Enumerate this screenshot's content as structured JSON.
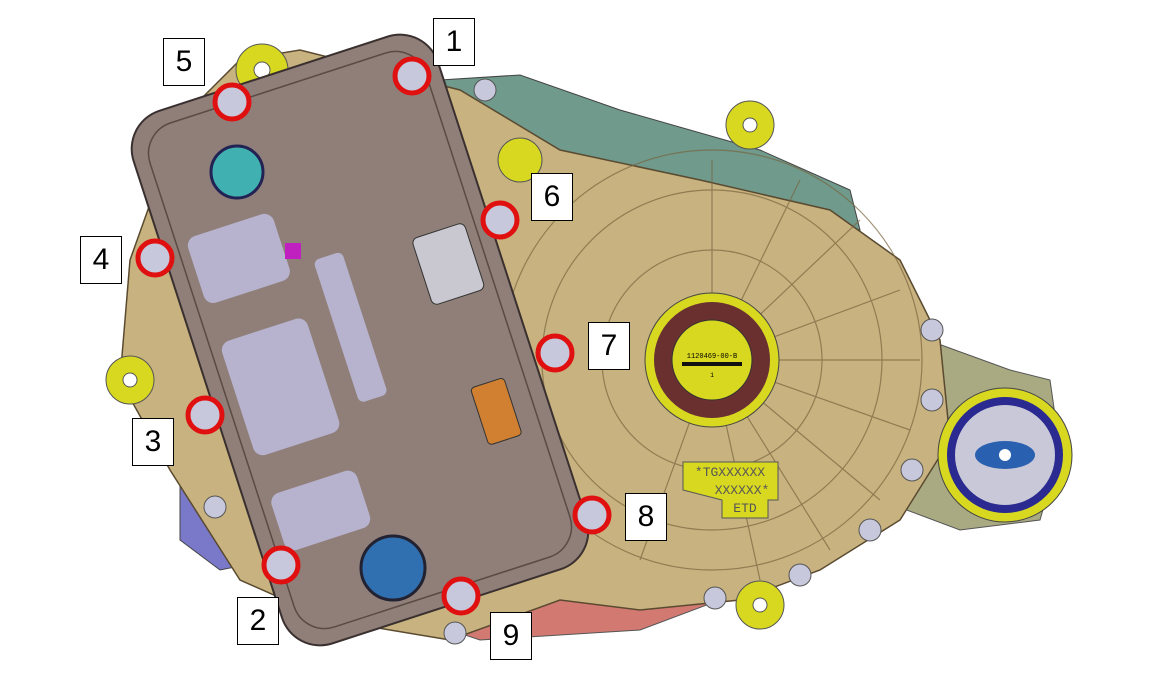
{
  "diagram": {
    "part_number_text": "1120469-00-B",
    "part_sub_text": "1",
    "stamp_lines": [
      "*TGXXXXXX",
      "XXXXXX*",
      "ETD"
    ],
    "callouts": [
      {
        "number": "1"
      },
      {
        "number": "2"
      },
      {
        "number": "3"
      },
      {
        "number": "4"
      },
      {
        "number": "5"
      },
      {
        "number": "6"
      },
      {
        "number": "7"
      },
      {
        "number": "8"
      },
      {
        "number": "9"
      }
    ],
    "colors": {
      "housing": "#c8b27f",
      "cover": "#8f7f78",
      "yellow": "#d8d820",
      "highlight_ring": "#e01010",
      "teal": "#5f8f80",
      "red_part": "#d07070"
    }
  }
}
